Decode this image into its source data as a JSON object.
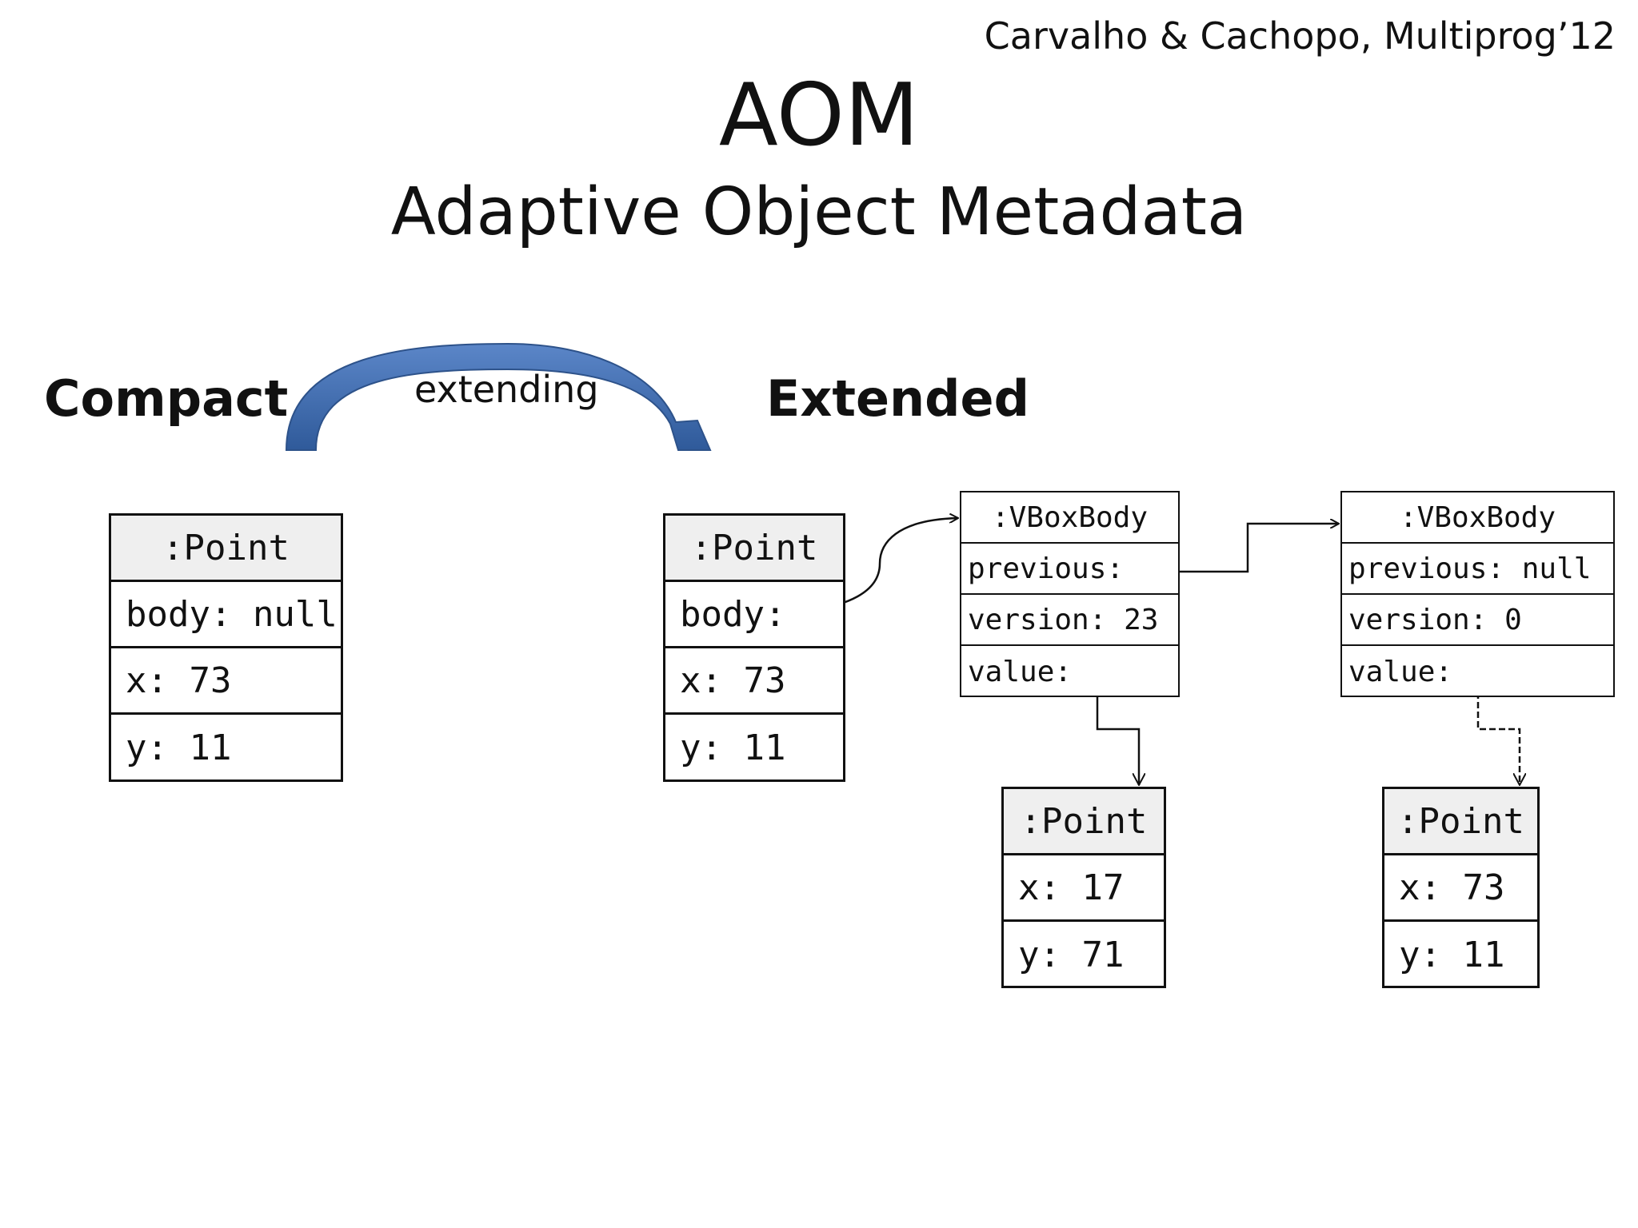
{
  "citation": "Carvalho & Cachopo, Multiprog’12",
  "title": "AOM",
  "subtitle": "Adaptive Object Metadata",
  "labels": {
    "compact": "Compact",
    "extending": "extending",
    "extended": "Extended"
  },
  "compact_point": {
    "header": ":Point",
    "rows": [
      "body: null",
      "x: 73",
      "y: 11"
    ]
  },
  "extended_point": {
    "header": ":Point",
    "rows": [
      "body:",
      "x: 73",
      "y: 11"
    ]
  },
  "vbox_1": {
    "header": ":VBoxBody",
    "rows": [
      "previous:",
      "version: 23",
      "value:"
    ]
  },
  "vbox_2": {
    "header": ":VBoxBody",
    "rows": [
      "previous: null",
      "version: 0",
      "value:"
    ]
  },
  "value_point_1": {
    "header": ":Point",
    "rows": [
      "x: 17",
      "y: 71"
    ]
  },
  "value_point_2": {
    "header": ":Point",
    "rows": [
      "x: 73",
      "y: 11"
    ]
  },
  "colors": {
    "extend_arrow": "#3f6fb3",
    "extend_arrow_dark": "#2d528a"
  }
}
